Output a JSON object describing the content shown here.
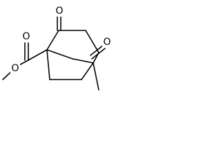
{
  "diagram": {
    "atom_labels": {
      "ketone_oxygen_top": "O",
      "ketone_oxygen_right": "O",
      "ester_carbonyl_oxygen": "O",
      "ester_ether_oxygen": "O"
    },
    "colors": {
      "bond": "#000000",
      "text": "#000000",
      "background": "#ffffff"
    }
  }
}
